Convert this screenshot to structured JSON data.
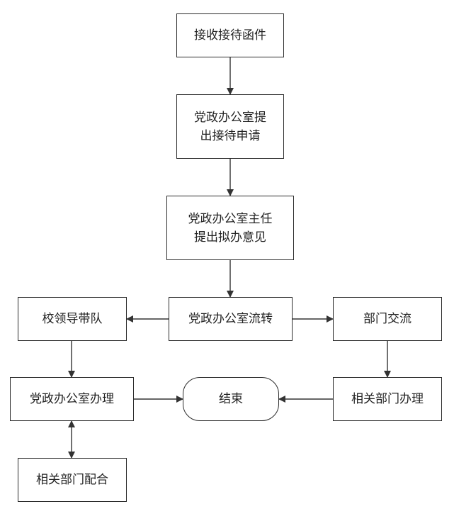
{
  "diagram": {
    "nodes": {
      "receive_letter": "接收接待函件",
      "office_request": "党政办公室提\n出接待申请",
      "director_opinion": "党政办公室主任\n提出拟办意见",
      "office_forward": "党政办公室流转",
      "school_leader": "校领导带队",
      "office_handle": "党政办公室办理",
      "dept_cooperate": "相关部门配合",
      "end": "结束",
      "dept_exchange": "部门交流",
      "dept_handle": "相关部门办理"
    },
    "edges": [
      {
        "from": "receive_letter",
        "to": "office_request"
      },
      {
        "from": "office_request",
        "to": "director_opinion"
      },
      {
        "from": "director_opinion",
        "to": "office_forward"
      },
      {
        "from": "office_forward",
        "to": "school_leader"
      },
      {
        "from": "office_forward",
        "to": "dept_exchange"
      },
      {
        "from": "school_leader",
        "to": "office_handle"
      },
      {
        "from": "office_handle",
        "to": "dept_cooperate",
        "bidirectional": true
      },
      {
        "from": "office_handle",
        "to": "end"
      },
      {
        "from": "dept_exchange",
        "to": "dept_handle"
      },
      {
        "from": "dept_handle",
        "to": "end"
      }
    ]
  }
}
